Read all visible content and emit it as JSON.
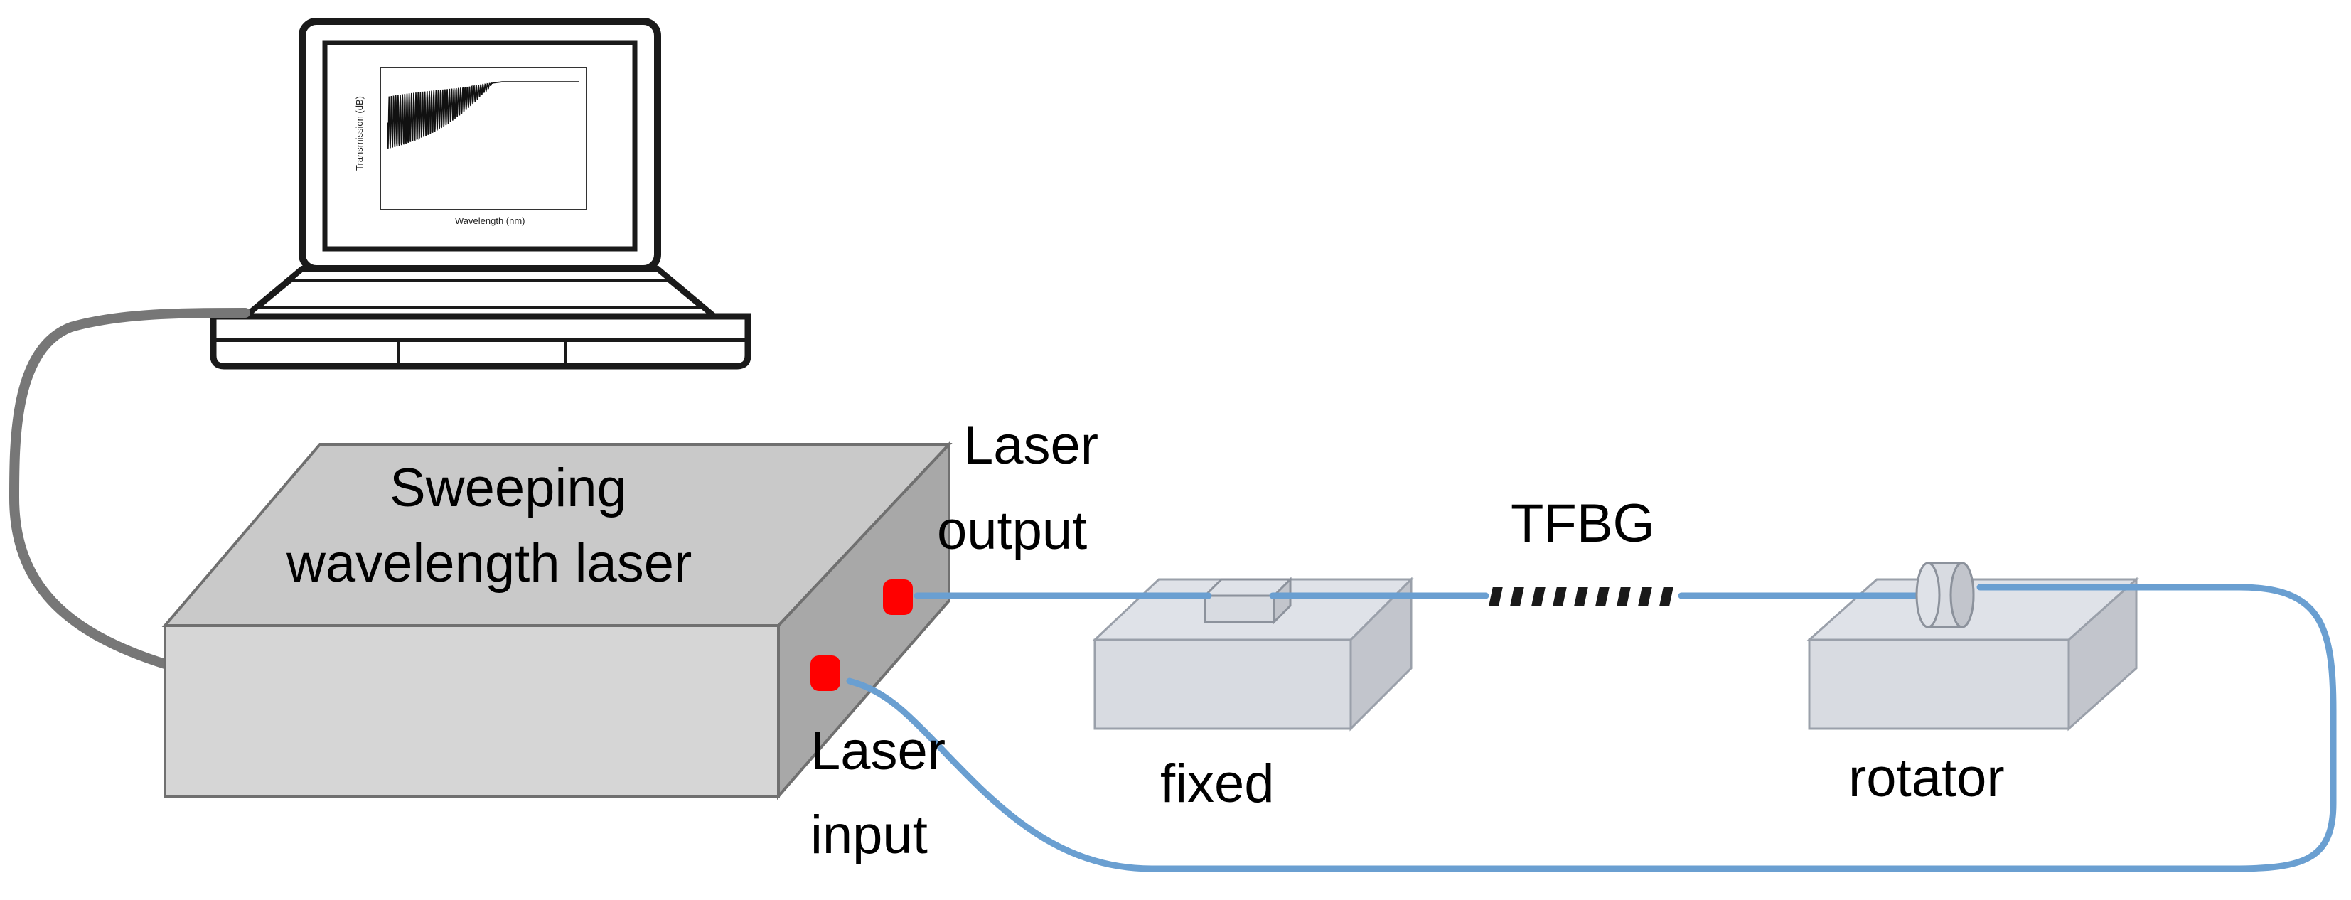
{
  "labels": {
    "device_line1": "Sweeping",
    "device_line2": "wavelength laser",
    "output_line1": "Laser",
    "output_line2": "output",
    "input_line1": "Laser",
    "input_line2": "input",
    "grating": "TFBG",
    "fixed_stage": "fixed",
    "rotator_stage": "rotator"
  },
  "colors": {
    "fiber": "#6a9fd1",
    "port": "#ff0000",
    "cable": "#777777",
    "box_top": "#c9c9c9",
    "box_front": "#d6d6d6",
    "box_side": "#a8a8a8",
    "stage_top": "#dfe2e8",
    "stage_front": "#d8dbe1",
    "stage_side": "#c2c5cc",
    "grating_marks": "#1a1a1a"
  },
  "icons": {
    "laptop": "laptop-icon",
    "plot": "transmission-spectrum-plot"
  }
}
